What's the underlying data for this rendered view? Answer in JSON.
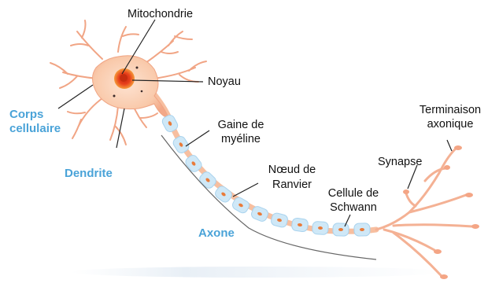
{
  "labels": {
    "mitochondrie": "Mitochondrie",
    "noyau": "Noyau",
    "corps_line1": "Corps",
    "corps_line2": "cellulaire",
    "dendrite": "Dendrite",
    "gaine_line1": "Gaine de",
    "gaine_line2": "myéline",
    "noeud_line1": "Nœud de",
    "noeud_line2": "Ranvier",
    "axone": "Axone",
    "synapse": "Synapse",
    "cellule_line1": "Cellule de",
    "cellule_line2": "Schwann",
    "terminaison_line1": "Terminaison",
    "terminaison_line2": "axonique"
  },
  "colors": {
    "structure_label": "#4aa3d8",
    "cell_body": "#f7c4a6",
    "nucleus": "#e8401c",
    "myelin": "#cfe8f7",
    "node": "#e97b3a"
  }
}
